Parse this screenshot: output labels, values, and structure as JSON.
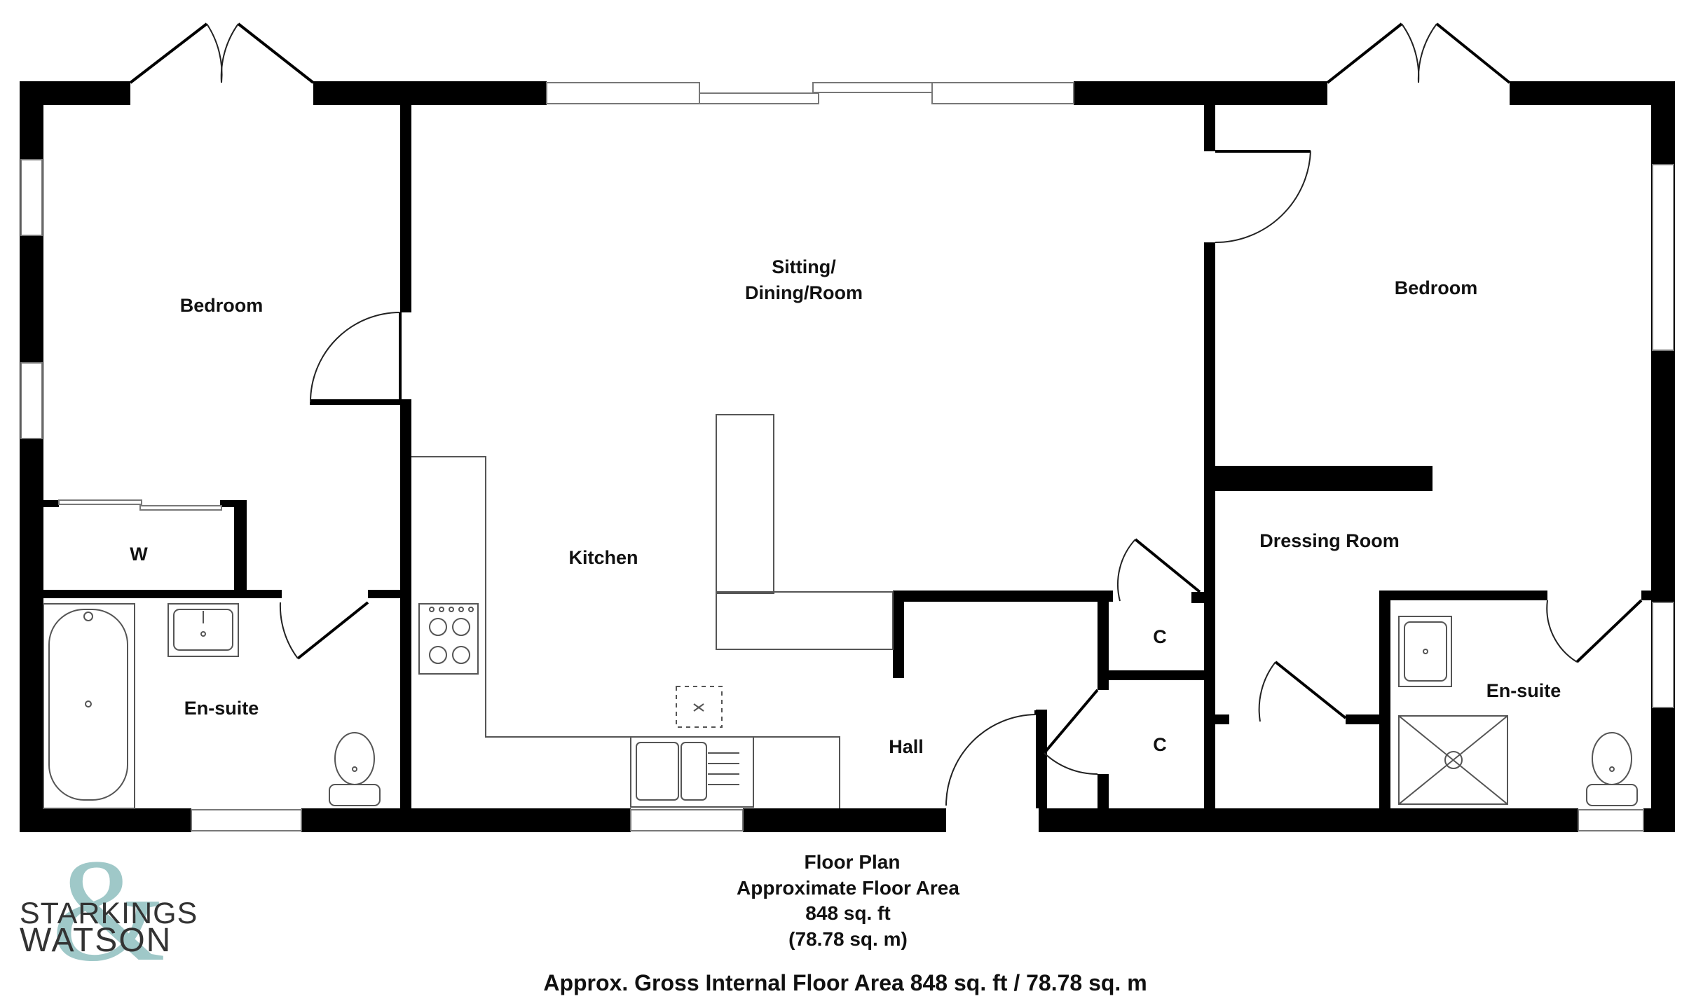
{
  "rooms": {
    "bedroom_left": "Bedroom",
    "sitting_dining": "Sitting/",
    "sitting_dining_line2": "Dining/Room",
    "bedroom_right": "Bedroom",
    "kitchen": "Kitchen",
    "wardrobe": "W",
    "ensuite_left": "En-suite",
    "dressing_room": "Dressing Room",
    "cupboard_upper": "C",
    "cupboard_lower": "C",
    "hall": "Hall",
    "ensuite_right": "En-suite"
  },
  "caption": {
    "line1": "Floor Plan",
    "line2": "Approximate Floor Area",
    "line3": "848 sq. ft",
    "line4": "(78.78 sq. m)"
  },
  "footer": {
    "gross_area": "Approx. Gross Internal Floor Area 848 sq. ft / 78.78 sq. m"
  },
  "logo": {
    "line1": "STARKINGS",
    "line2": "WATSON",
    "ampersand": "&",
    "accent_color": "#7fb5b5",
    "text_color": "#333333"
  },
  "colors": {
    "wall": "#000000",
    "background": "#ffffff"
  }
}
